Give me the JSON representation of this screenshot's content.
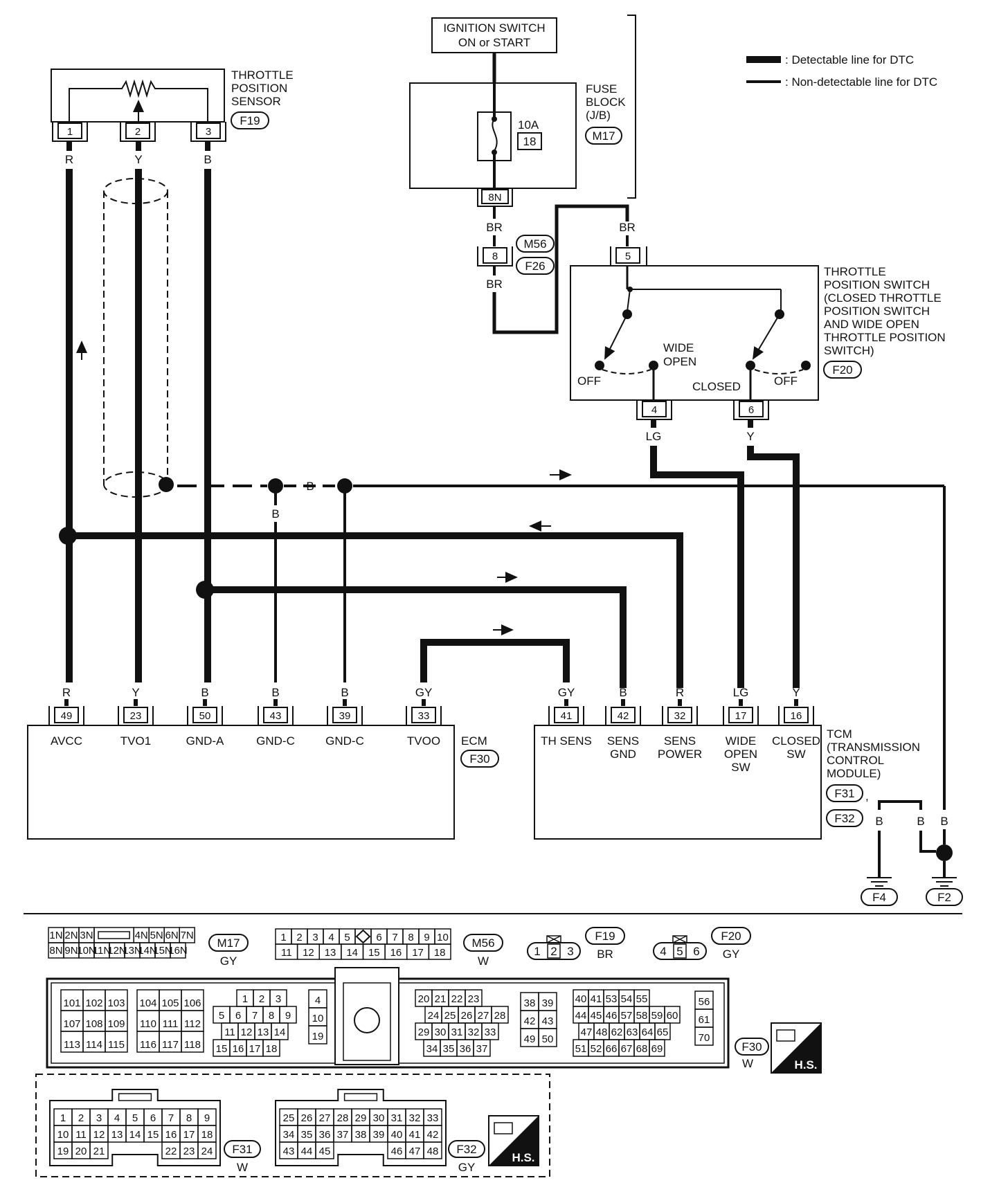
{
  "legend": {
    "detectable": ": Detectable line for DTC",
    "nondetectable": ": Non-detectable line for DTC"
  },
  "ignition": {
    "line1": "IGNITION SWITCH",
    "line2": "ON or START"
  },
  "fuse_block": {
    "label": [
      "FUSE",
      "BLOCK",
      "(J/B)"
    ],
    "connector": "M17",
    "fuse_amp": "10A",
    "fuse_no": "18",
    "pin": "8N"
  },
  "tps_sensor": {
    "label": [
      "THROTTLE",
      "POSITION",
      "SENSOR"
    ],
    "connector": "F19",
    "pins": [
      "1",
      "2",
      "3"
    ],
    "wire_colors": [
      "R",
      "Y",
      "B"
    ]
  },
  "harness": {
    "pin": "8",
    "conn_a": "M56",
    "conn_b": "F26",
    "wire_top": "BR",
    "wire_bottom": "BR",
    "wire_right": "BR"
  },
  "tp_switch": {
    "label": [
      "THROTTLE",
      "POSITION SWITCH",
      "(CLOSED THROTTLE",
      "POSITION SWITCH",
      "AND WIDE OPEN",
      "THROTTLE POSITION",
      "SWITCH)"
    ],
    "connector": "F20",
    "pin_in": "5",
    "pins": [
      "4",
      "6"
    ],
    "wire_colors": [
      "LG",
      "Y"
    ],
    "labels": {
      "off1": "OFF",
      "wide": "WIDE",
      "open": "OPEN",
      "closed": "CLOSED",
      "off2": "OFF"
    }
  },
  "mid_wires": {
    "b1": "B",
    "b2": "B"
  },
  "ecm": {
    "name": "ECM",
    "connector": "F30",
    "pins": [
      {
        "no": "49",
        "color": "R",
        "name": "AVCC"
      },
      {
        "no": "23",
        "color": "Y",
        "name": "TVO1"
      },
      {
        "no": "50",
        "color": "B",
        "name": "GND-A"
      },
      {
        "no": "43",
        "color": "B",
        "name": "GND-C"
      },
      {
        "no": "39",
        "color": "B",
        "name": "GND-C"
      },
      {
        "no": "33",
        "color": "GY",
        "name": "TVOO"
      }
    ]
  },
  "tcm": {
    "label": [
      "TCM",
      "(TRANSMISSION",
      "CONTROL",
      "MODULE)"
    ],
    "connectors": [
      "F31",
      "F32"
    ],
    "pins": [
      {
        "no": "41",
        "color": "GY",
        "name": [
          "TH SENS"
        ]
      },
      {
        "no": "42",
        "color": "B",
        "name": [
          "SENS",
          "GND"
        ]
      },
      {
        "no": "32",
        "color": "R",
        "name": [
          "SENS",
          "POWER"
        ]
      },
      {
        "no": "17",
        "color": "LG",
        "name": [
          "WIDE",
          "OPEN",
          "SW"
        ]
      },
      {
        "no": "16",
        "color": "Y",
        "name": [
          "CLOSED",
          "SW"
        ]
      }
    ]
  },
  "grounds": {
    "wires": [
      "B",
      "B",
      "B"
    ],
    "left": "F4",
    "right": "F2"
  },
  "conn_views": {
    "m17": {
      "id": "M17",
      "color": "GY",
      "row1": [
        "1N",
        "2N",
        "3N",
        "",
        "4N",
        "5N",
        "6N",
        "7N"
      ],
      "row2": [
        "8N",
        "9N",
        "10N",
        "11N",
        "12N",
        "13N",
        "14N",
        "15N",
        "16N"
      ]
    },
    "m56": {
      "id": "M56",
      "color": "W",
      "row1": [
        "1",
        "2",
        "3",
        "4",
        "5",
        "",
        "6",
        "7",
        "8",
        "9",
        "10"
      ],
      "row2": [
        "11",
        "12",
        "13",
        "14",
        "15",
        "16",
        "17",
        "18"
      ]
    },
    "f19": {
      "id": "F19",
      "color": "BR",
      "pins": [
        "1",
        "2",
        "3"
      ]
    },
    "f20": {
      "id": "F20",
      "color": "GY",
      "pins": [
        "4",
        "5",
        "6"
      ]
    },
    "f30": {
      "id": "F30",
      "color": "W",
      "hs": "H.S.",
      "g1": [
        [
          "101",
          "102",
          "103"
        ],
        [
          "107",
          "108",
          "109"
        ],
        [
          "113",
          "114",
          "115"
        ]
      ],
      "g2": [
        [
          "104",
          "105",
          "106"
        ],
        [
          "110",
          "111",
          "112"
        ],
        [
          "116",
          "117",
          "118"
        ]
      ],
      "g3": [
        [
          "1",
          "2",
          "3"
        ],
        [
          "5",
          "6",
          "7",
          "8",
          "9"
        ],
        [
          "11",
          "12",
          "13",
          "14"
        ],
        [
          "15",
          "16",
          "17",
          "18"
        ]
      ],
      "g4": [
        "4",
        "10",
        "19"
      ],
      "g5": [
        [
          "20",
          "21",
          "22",
          "23"
        ],
        [
          "24",
          "25",
          "26",
          "27",
          "28"
        ],
        [
          "29",
          "30",
          "31",
          "32",
          "33"
        ],
        [
          "34",
          "35",
          "36",
          "37"
        ]
      ],
      "g6": [
        [
          "38",
          "39"
        ],
        [
          "42",
          "43"
        ],
        [
          "49",
          "50"
        ]
      ],
      "g7": [
        [
          "40",
          "41",
          "53",
          "54",
          "55"
        ],
        [
          "44",
          "45",
          "46",
          "57",
          "58",
          "59",
          "60"
        ],
        [
          "47",
          "48",
          "62",
          "63",
          "64",
          "65"
        ],
        [
          "51",
          "52",
          "66",
          "67",
          "68",
          "69"
        ]
      ],
      "g8": [
        "56",
        "61",
        "70"
      ]
    },
    "f31": {
      "id": "F31",
      "color": "W",
      "row1": [
        "1",
        "2",
        "3",
        "4",
        "5",
        "6",
        "7",
        "8",
        "9"
      ],
      "row2": [
        "10",
        "11",
        "12",
        "13",
        "14",
        "15",
        "16",
        "17",
        "18"
      ],
      "row3": [
        "19",
        "20",
        "21",
        "",
        "22",
        "23",
        "24"
      ]
    },
    "f32": {
      "id": "F32",
      "color": "GY",
      "hs": "H.S.",
      "row1": [
        "25",
        "26",
        "27",
        "28",
        "29",
        "30",
        "31",
        "32",
        "33"
      ],
      "row2": [
        "34",
        "35",
        "36",
        "37",
        "38",
        "39",
        "40",
        "41",
        "42"
      ],
      "row3": [
        "43",
        "44",
        "45",
        "",
        "46",
        "47",
        "48"
      ]
    }
  }
}
